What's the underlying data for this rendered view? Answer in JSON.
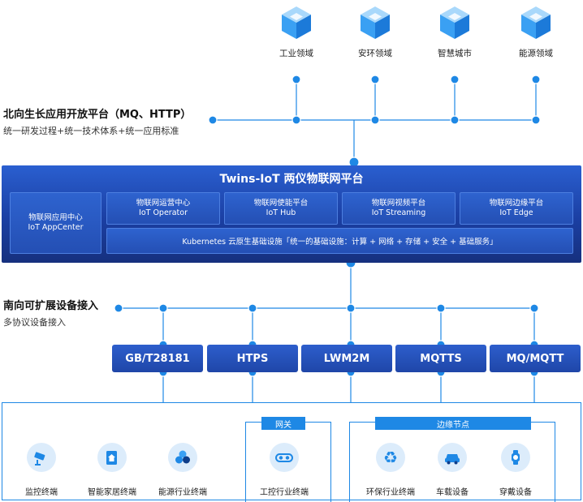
{
  "domains": [
    {
      "label": "工业领域",
      "icon": "cube-icon"
    },
    {
      "label": "安环领域",
      "icon": "cube-icon"
    },
    {
      "label": "智慧城市",
      "icon": "cube-icon"
    },
    {
      "label": "能源领域",
      "icon": "cube-icon"
    }
  ],
  "north": {
    "title": "北向生长应用开放平台（MQ、HTTP）",
    "subtitle": "统一研发过程+统一技术体系+统一应用标准"
  },
  "platform": {
    "title": "Twins-IoT   两仪物联网平台",
    "app_center": {
      "cn": "物联网应用中心",
      "en": "IoT AppCenter"
    },
    "modules": [
      {
        "cn": "物联网运营中心",
        "en": "IoT Operator"
      },
      {
        "cn": "物联网使能平台",
        "en": "IoT Hub"
      },
      {
        "cn": "物联网视频平台",
        "en": "IoT Streaming"
      },
      {
        "cn": "物联网边缘平台",
        "en": "IoT Edge"
      }
    ],
    "infra": "Kubernetes 云原生基础设施「统一的基础设施：计算 + 网络 + 存储 + 安全 + 基础服务」"
  },
  "south": {
    "title": "南向可扩展设备接入",
    "subtitle": "多协议设备接入"
  },
  "protocols": [
    "GB/T28181",
    "HTPS",
    "LWM2M",
    "MQTTS",
    "MQ/MQTT"
  ],
  "groups": {
    "gateway": "网关",
    "edge": "边缘节点"
  },
  "terminals": [
    {
      "label": "监控终端",
      "icon": "camera-icon"
    },
    {
      "label": "智能家居终端",
      "icon": "smart-home-icon"
    },
    {
      "label": "能源行业终端",
      "icon": "energy-icon"
    },
    {
      "label": "工控行业终端",
      "icon": "industrial-control-icon"
    },
    {
      "label": "环保行业终端",
      "icon": "recycle-icon"
    },
    {
      "label": "车载设备",
      "icon": "car-icon"
    },
    {
      "label": "穿戴设备",
      "icon": "watch-icon"
    }
  ],
  "colors": {
    "accent": "#1e88e5",
    "platform_dark": "#1b3fa3",
    "module": "#2a5bc7",
    "icon_bg": "#dcecfb"
  }
}
